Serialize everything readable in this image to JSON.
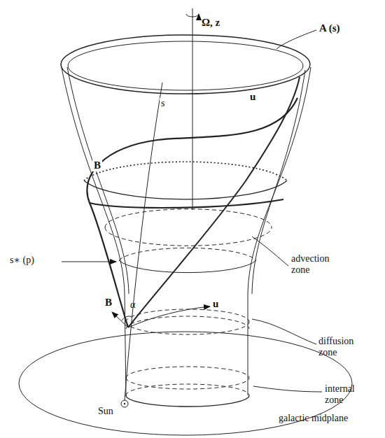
{
  "diagram": {
    "labels": [
      "Ω, z",
      "A (s)",
      "B",
      "s",
      "u",
      "advection zone",
      "s∗ (p)",
      "diffusion zone",
      "B",
      "α",
      "u",
      "internal zone",
      "Sun",
      "galactic midplane"
    ]
  }
}
